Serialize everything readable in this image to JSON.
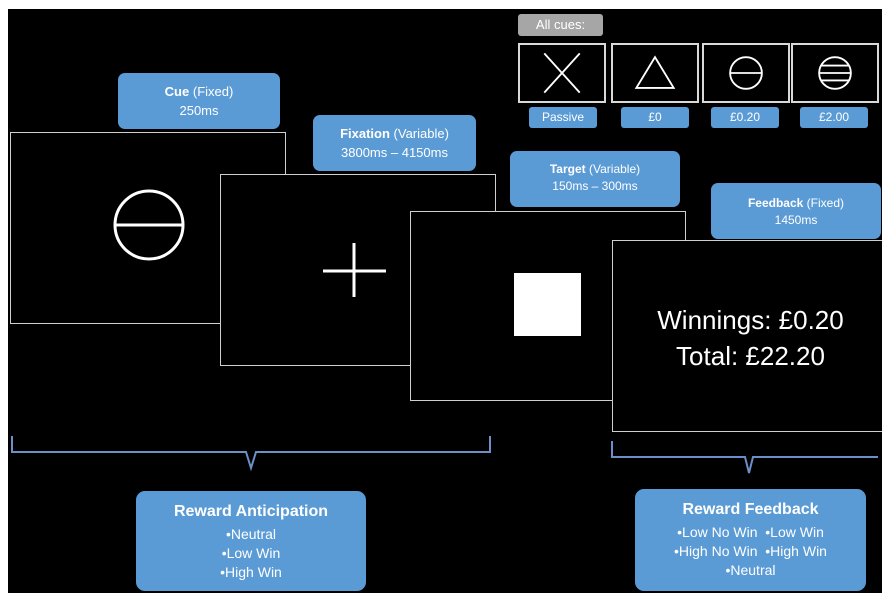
{
  "all_cues": {
    "label": "All cues:",
    "items": [
      {
        "icon": "x-cross-icon",
        "label": "Passive"
      },
      {
        "icon": "triangle-icon",
        "label": "£0"
      },
      {
        "icon": "circle-one-line-icon",
        "label": "£0.20"
      },
      {
        "icon": "circle-three-lines-icon",
        "label": "£2.00"
      }
    ]
  },
  "phases": {
    "cue": {
      "name": "Cue",
      "kind": "(Fixed)",
      "duration": "250ms"
    },
    "fixation": {
      "name": "Fixation",
      "kind": "(Variable)",
      "duration": "3800ms – 4150ms"
    },
    "target": {
      "name": "Target",
      "kind": "(Variable)",
      "duration": "150ms – 300ms"
    },
    "feedback": {
      "name": "Feedback",
      "kind": "(Fixed)",
      "duration": "1450ms"
    }
  },
  "feedback_screen": {
    "winnings": "Winnings: £0.20",
    "total": "Total: £22.20"
  },
  "reward_anticipation": {
    "title": "Reward Anticipation",
    "items": [
      "•Neutral",
      "•Low Win",
      "•High Win"
    ]
  },
  "reward_feedback": {
    "title": "Reward Feedback",
    "line1": "•Low No Win  •Low Win",
    "line2": "•High No Win  •High Win",
    "line3": "•Neutral"
  },
  "colors": {
    "accent": "#5b9bd5",
    "background": "#000000",
    "cue_label_bg": "#a6a6a6"
  }
}
